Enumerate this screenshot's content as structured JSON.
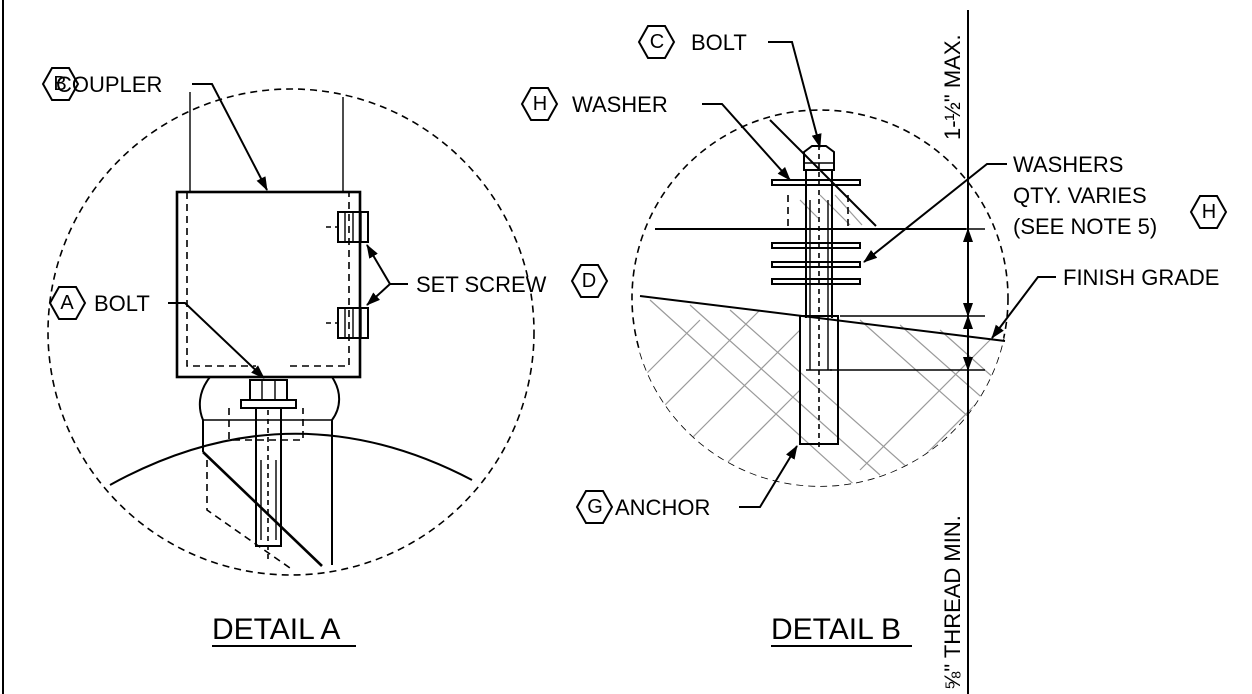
{
  "detail_a": {
    "title": "DETAIL A",
    "callouts": {
      "coupler": {
        "tag": "B",
        "text": "COUPLER"
      },
      "bolt": {
        "tag": "A",
        "text": "BOLT"
      },
      "set_screw": {
        "tag": "D",
        "text": "SET SCREW"
      }
    }
  },
  "detail_b": {
    "title": "DETAIL B",
    "callouts": {
      "bolt": {
        "tag": "C",
        "text": "BOLT"
      },
      "washer": {
        "tag": "H",
        "text": "WASHER"
      },
      "washers": {
        "tag": "H",
        "lines": [
          "WASHERS",
          "QTY. VARIES",
          "(SEE NOTE 5)"
        ]
      },
      "finish_grade": {
        "text": "FINISH GRADE"
      },
      "anchor": {
        "tag": "G",
        "text": "ANCHOR"
      }
    },
    "dimensions": {
      "max_gap": "1-½\" MAX.",
      "thread_min": "⅝\" THREAD MIN."
    }
  }
}
